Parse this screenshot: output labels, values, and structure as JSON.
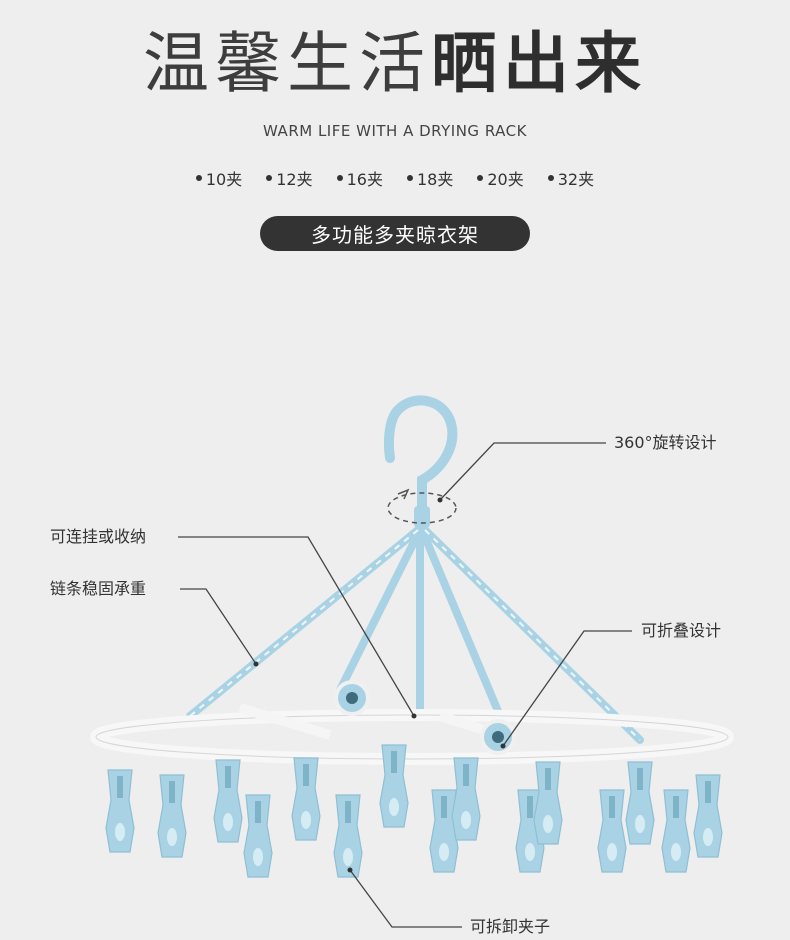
{
  "header": {
    "title_light": "温馨生活",
    "title_bold": "晒出来",
    "subtitle": "WARM LIFE WITH A DRYING RACK",
    "sizes": [
      "10夹",
      "12夹",
      "16夹",
      "18夹",
      "20夹",
      "32夹"
    ],
    "badge": "多功能多夹晾衣架"
  },
  "callouts": {
    "rotate": "360°旋转设计",
    "connect": "可连挂或收纳",
    "chain": "链条稳固承重",
    "fold": "可折叠设计",
    "clips": "可拆卸夹子"
  },
  "colors": {
    "background": "#eeeeee",
    "hanger_blue": "#a9d3e4",
    "badge": "#333333"
  }
}
